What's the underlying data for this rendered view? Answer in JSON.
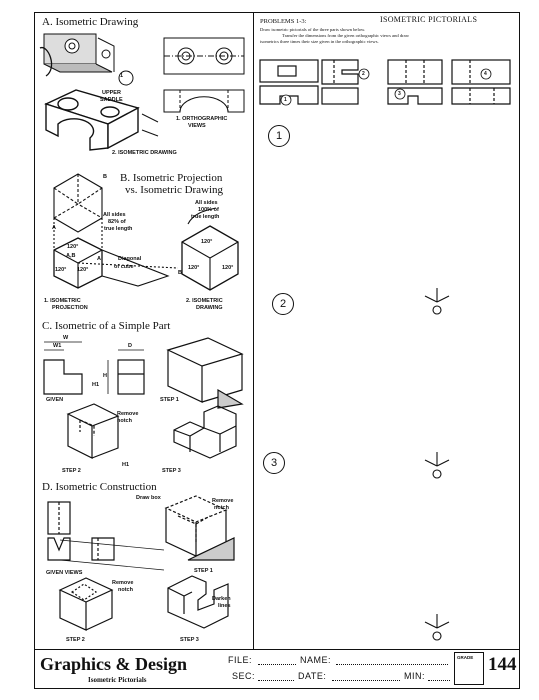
{
  "sections": {
    "a_title": "A. Isometric Drawing",
    "b_title_1": "B. Isometric Projection",
    "b_title_2": "vs. Isometric Drawing",
    "c_title": "C. Isometric of a Simple Part",
    "d_title": "D. Isometric Construction"
  },
  "section_a": {
    "callout_num": "1",
    "upper_saddle_1": "UPPER",
    "upper_saddle_2": "SADDLE",
    "ortho_1": "1. ORTHOGRAPHIC",
    "ortho_2": "VIEWS",
    "iso_drawing": "2. ISOMETRIC DRAWING"
  },
  "section_b": {
    "corner_b": "B",
    "corner_a": "A",
    "corner_ab": "A,B",
    "corner_a2": "A",
    "corner_b2": "B",
    "all_sides_82_1": "All sides",
    "all_sides_82_2": "82% of",
    "all_sides_82_3": "true length",
    "all_sides_100_1": "All sides",
    "all_sides_100_2": "100% of",
    "all_sides_100_3": "true length",
    "angle": "120°",
    "diagonal_1": "Diagonal",
    "diagonal_2": "of cube",
    "proj_1": "1. ISOMETRIC",
    "proj_2": "PROJECTION",
    "draw_1": "2. ISOMETRIC",
    "draw_2": "DRAWING"
  },
  "section_c": {
    "w": "W",
    "w1": "W1",
    "d": "D",
    "h": "H",
    "h1": "H1",
    "given": "GIVEN",
    "step1": "STEP 1",
    "remove_notch_1": "Remove",
    "remove_notch_2": "notch",
    "step2": "STEP 2",
    "step3": "STEP 3"
  },
  "section_d": {
    "draw_box": "Draw box",
    "remove_notch_1": "Remove",
    "remove_notch_2": "notch",
    "given_views": "GIVEN VIEWS",
    "step1": "STEP 1",
    "remove_notch_b1": "Remove",
    "remove_notch_b2": "notch",
    "darken_1": "Darken",
    "darken_2": "lines",
    "step2": "STEP 2",
    "step3": "STEP 3"
  },
  "problems": {
    "heading": "PROBLEMS 1-3:",
    "right_heading": "ISOMETRIC PICTORIALS",
    "line1": "Draw isometric pictorials of the three parts shown below.",
    "line2": "Transfer the dimensions from the given orthographic views and draw",
    "line3": "isometrics three times their size given in the orthographic views.",
    "markers": [
      "1",
      "2",
      "3",
      "4"
    ],
    "work_areas": [
      "1",
      "2",
      "3"
    ]
  },
  "footer": {
    "brand": "Graphics & Design",
    "subtitle": "Isometric Pictorials",
    "file_label": "FILE:",
    "name_label": "NAME:",
    "sec_label": "SEC:",
    "date_label": "DATE:",
    "min_label": "MIN:",
    "grade_label": "GRADE",
    "page_number": "144"
  }
}
